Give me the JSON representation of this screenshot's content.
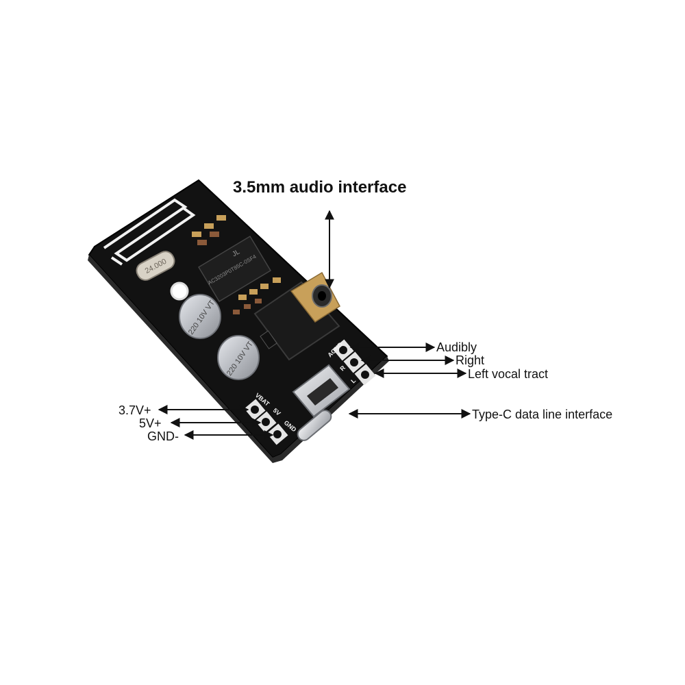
{
  "product": {
    "marks": {
      "chip_text": "AC3203P0T85C-0SF4",
      "chip_logo": "JL",
      "crystal_text": "24.000",
      "cap_a": "220 10V VT",
      "cap_b": "220 10V VT",
      "pin_agnd": "AGND",
      "pin_r": "R",
      "pin_l": "L",
      "pin_vbat": "VBAT",
      "pin_5v": "5V",
      "pin_gnd": "GND"
    }
  },
  "callouts": {
    "audio_interface": "3.5mm audio interface",
    "audibly": "Audibly",
    "right": "Right",
    "left": "Left vocal tract",
    "typec": "Type-C data line interface",
    "v37": "3.7V+",
    "v5": "5V+",
    "gnd": "GND-"
  },
  "colors": {
    "board": "#121212",
    "silkscreen": "#f2f2f2",
    "gold": "#c8a05a",
    "metal": "#c9ccd1",
    "capacitor": "#b9bcc2"
  }
}
